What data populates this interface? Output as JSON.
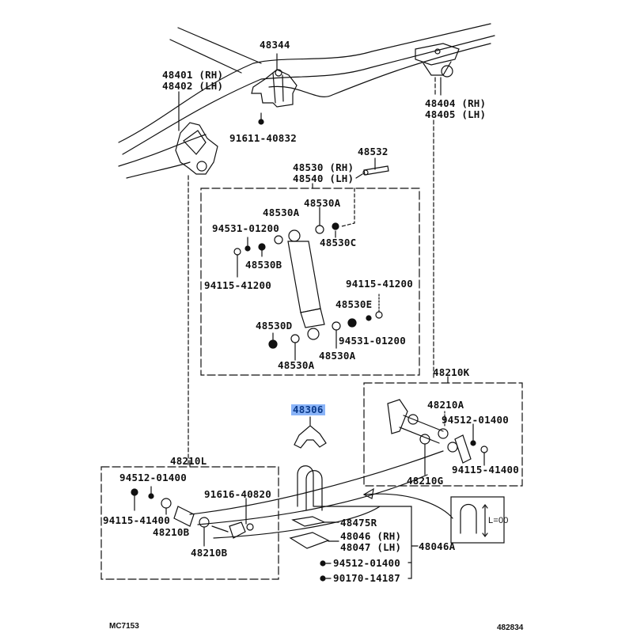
{
  "diagram": {
    "title": "Rear Spring & Shock Absorber",
    "highlighted_part": "48306",
    "parts": {
      "p48344": "48344",
      "p48401": "48401 (RH)",
      "p48402": "48402 (LH)",
      "p91611": "91611-40832",
      "p48404": "48404 (RH)",
      "p48405": "48405 (LH)",
      "p48532": "48532",
      "p48530rh": "48530 (RH)",
      "p48540lh": "48540 (LH)",
      "p48530a_1": "48530A",
      "p48530a_2": "48530A",
      "p94531_1": "94531-01200",
      "p48530c": "48530C",
      "p48530b": "48530B",
      "p94115_1": "94115-41200",
      "p94115_2": "94115-41200",
      "p48530e": "48530E",
      "p48530d": "48530D",
      "p94531_2": "94531-01200",
      "p48530a_3": "48530A",
      "p48530a_4": "48530A",
      "p48210k": "48210K",
      "p48210a": "48210A",
      "p94512_k": "94512-01400",
      "p94115_k": "94115-41400",
      "p48210g": "48210G",
      "p48306": "48306",
      "p48210l": "48210L",
      "p94512_l": "94512-01400",
      "p91616": "91616-40820",
      "p94115_l": "94115-41400",
      "p48210b_1": "48210B",
      "p48210b_2": "48210B",
      "p48475r": "48475R",
      "p48046": "48046 (RH)",
      "p48047": "48047 (LH)",
      "p48046a": "48046A",
      "p94512_b": "94512-01400",
      "p90170": "90170-14187",
      "inset_label": "L=00"
    },
    "footer": {
      "left_code": "MC7153",
      "right_code": "482834"
    },
    "colors": {
      "line": "#111111",
      "highlight_bg": "#8ab4f8",
      "highlight_text": "#0b3a8a"
    }
  }
}
